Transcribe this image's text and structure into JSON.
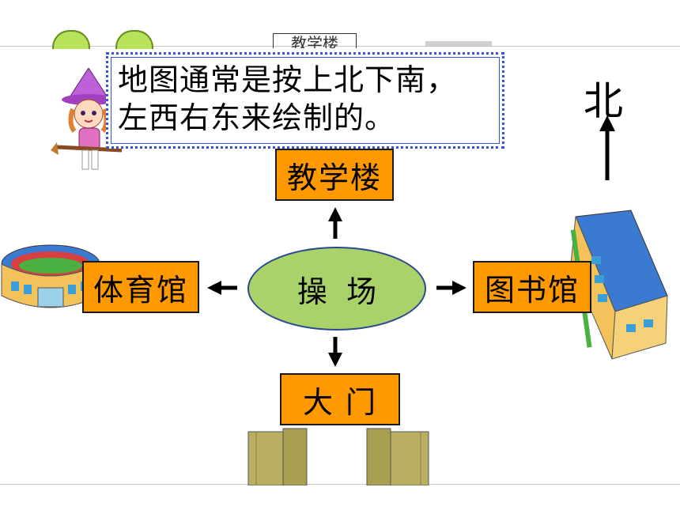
{
  "callout": {
    "line1": "地图通常是按上北下南，",
    "line2": "左西右东来绘制的。"
  },
  "compass": {
    "north_label": "北"
  },
  "map": {
    "center": "操  场",
    "top": "教学楼",
    "left": "体育馆",
    "right": "图书馆",
    "bottom": "大 门",
    "faded_top_label": "教学楼"
  },
  "colors": {
    "box_fill": "#ff9900",
    "ellipse_fill": "#a9d26a",
    "callout_border": "#3355dd"
  },
  "icons": [
    "witch-character-icon",
    "school-building-icon",
    "stadium-icon",
    "library-building-icon",
    "gate-icon",
    "north-arrow-icon"
  ]
}
